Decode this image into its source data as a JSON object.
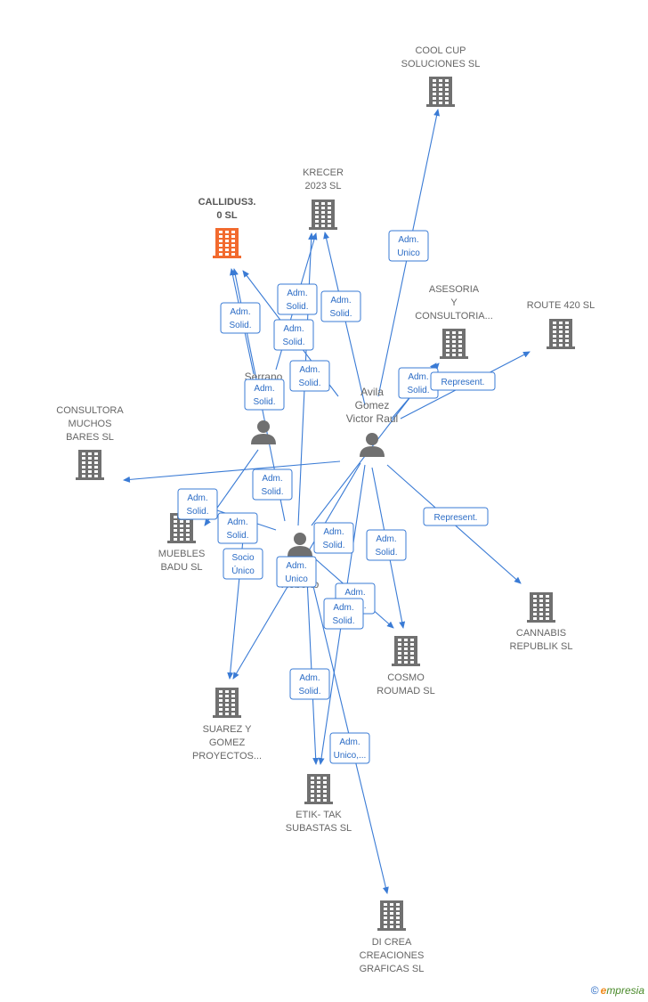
{
  "companies": [
    {
      "id": "coolcup",
      "lines": [
        "COOL CUP",
        "SOLUCIONES SL"
      ],
      "highlight": false
    },
    {
      "id": "krecer",
      "lines": [
        "KRECER",
        "2023  SL"
      ],
      "highlight": false
    },
    {
      "id": "callidus",
      "lines": [
        "CALLIDUS3.",
        "0  SL"
      ],
      "highlight": true
    },
    {
      "id": "asesoria",
      "lines": [
        "ASESORIA",
        "Y",
        "CONSULTORIA..."
      ],
      "highlight": false
    },
    {
      "id": "route420",
      "lines": [
        "ROUTE 420  SL"
      ],
      "highlight": false
    },
    {
      "id": "muchos",
      "lines": [
        "CONSULTORA",
        "MUCHOS",
        "BARES  SL"
      ],
      "highlight": false
    },
    {
      "id": "muebles",
      "lines": [
        "MUEBLES",
        "BADU  SL"
      ],
      "highlight": false
    },
    {
      "id": "cannabis",
      "lines": [
        "CANNABIS",
        "REPUBLIK  SL"
      ],
      "highlight": false
    },
    {
      "id": "cosmo",
      "lines": [
        "COSMO",
        "ROUMAD  SL"
      ],
      "highlight": false
    },
    {
      "id": "suarez",
      "lines": [
        "SUAREZ Y",
        "GOMEZ",
        "PROYECTOS..."
      ],
      "highlight": false
    },
    {
      "id": "etik",
      "lines": [
        "ETIK-  TAK",
        "SUBASTAS SL"
      ],
      "highlight": false
    },
    {
      "id": "dicrea",
      "lines": [
        "DI CREA",
        "CREACIONES",
        "GRAFICAS SL"
      ],
      "highlight": false
    }
  ],
  "persons": [
    {
      "id": "serrano",
      "lines": [
        "Serrano",
        "Su...na"
      ]
    },
    {
      "id": "avila",
      "lines": [
        "Avila",
        "Gomez",
        "Victor Raul"
      ]
    },
    {
      "id": "roberto",
      "lines": [
        "G...e...",
        "Roberto"
      ]
    }
  ],
  "edges": [
    {
      "from": "avila",
      "to": "coolcup",
      "lines": [
        "Adm.",
        "Unico"
      ]
    },
    {
      "from": "avila",
      "to": "krecer",
      "lines": [
        "Adm.",
        "Solid."
      ]
    },
    {
      "from": "avila",
      "to": "callidus",
      "lines": [
        "Adm.",
        "Solid."
      ]
    },
    {
      "from": "avila",
      "to": "asesoria",
      "lines": [
        "Adm.",
        "Solid."
      ]
    },
    {
      "from": "avila",
      "to": "route420",
      "lines": [
        "Represent."
      ]
    },
    {
      "from": "avila",
      "to": "muchos",
      "lines": [
        "Adm.",
        "Solid."
      ]
    },
    {
      "from": "avila",
      "to": "cannabis",
      "lines": [
        "Represent."
      ]
    },
    {
      "from": "avila",
      "to": "cosmo",
      "lines": [
        "Adm.",
        "Solid."
      ]
    },
    {
      "from": "avila",
      "to": "etik",
      "lines": [
        "Adm.",
        "Solid."
      ]
    },
    {
      "from": "serrano",
      "to": "krecer",
      "lines": [
        "Adm.",
        "Solid."
      ]
    },
    {
      "from": "serrano",
      "to": "callidus",
      "lines": [
        "Adm.",
        "Solid."
      ]
    },
    {
      "from": "serrano",
      "to": "muebles",
      "lines": [
        "Adm.",
        "Solid."
      ]
    },
    {
      "from": "roberto",
      "to": "krecer",
      "lines": [
        "Adm.",
        "Solid."
      ]
    },
    {
      "from": "roberto",
      "to": "callidus",
      "lines": [
        "Adm.",
        "Solid."
      ]
    },
    {
      "from": "roberto",
      "to": "muchos",
      "lines": [
        "Adm.",
        "Solid."
      ]
    },
    {
      "from": "roberto",
      "to": "suarez",
      "lines": [
        "Socio",
        "Único"
      ]
    },
    {
      "from": "roberto",
      "to": "asesoria",
      "lines": [
        "Adm.",
        "Solid."
      ]
    },
    {
      "from": "roberto",
      "to": "cosmo",
      "lines": [
        "Adm.",
        "Solid."
      ]
    },
    {
      "from": "roberto",
      "to": "etik",
      "lines": [
        "Adm.",
        "Solid."
      ]
    },
    {
      "from": "roberto",
      "to": "dicrea",
      "lines": [
        "Adm.",
        "Unico,..."
      ]
    },
    {
      "from": "avila",
      "to": "suarez",
      "lines": [
        "Adm.",
        "Unico"
      ]
    }
  ],
  "brand": {
    "copyright": "©",
    "e": "e",
    "rest": "mpresia"
  },
  "colors": {
    "edge": "#3a7bd5",
    "node": "#707070",
    "highlight": "#f26a2e"
  }
}
